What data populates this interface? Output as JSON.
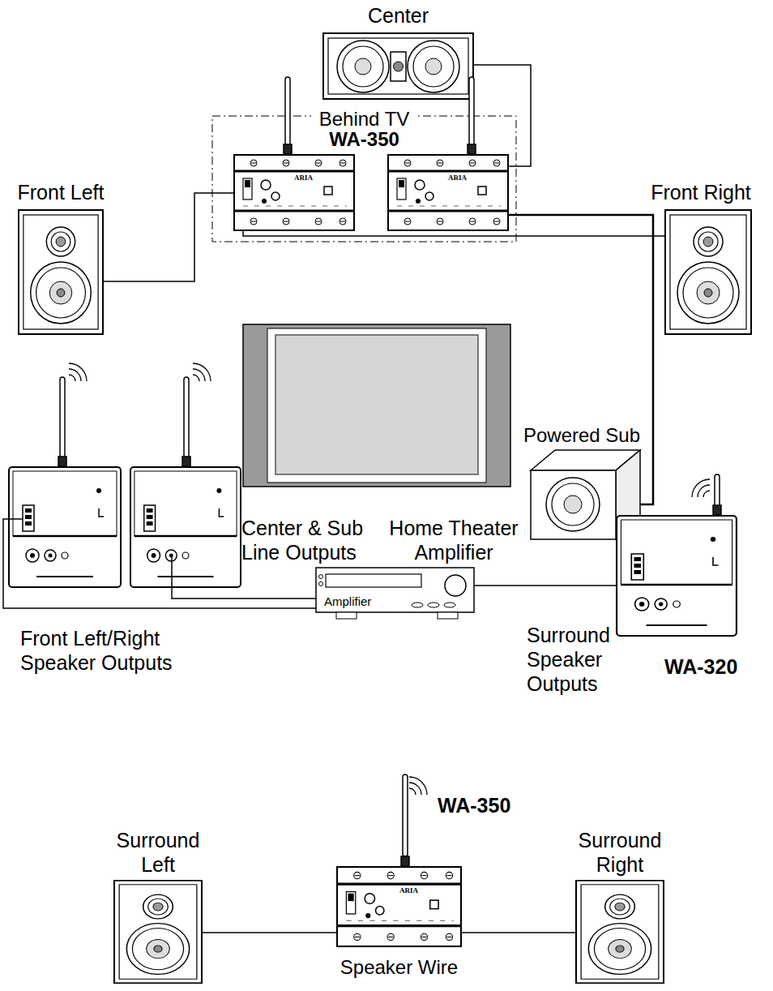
{
  "diagram": {
    "nodes": [
      {
        "text": [
          "Center"
        ]
      },
      {
        "text": [
          "Behind TV",
          "WA-350"
        ]
      },
      {
        "text": [
          "ARIA"
        ],
        "in": 1
      },
      {
        "text": [
          "ARIA"
        ],
        "in": 1
      },
      {
        "text": [
          "Front Left"
        ]
      },
      {
        "text": [
          "Front Right"
        ]
      },
      {
        "text": [
          "Powered Sub"
        ]
      },
      {
        "text": [
          "Home Theater Amplifier",
          "Amplifier"
        ]
      },
      {
        "text": [
          "WA-320"
        ]
      },
      {
        "text": [
          "WA-350",
          "ARIA"
        ]
      },
      {
        "text": [
          "Surround Left"
        ]
      },
      {
        "text": [
          "Surround Right"
        ]
      }
    ],
    "edges": [
      {
        "from": 2,
        "to": 4,
        "arrow": "none"
      },
      {
        "from": 2,
        "to": 5,
        "arrow": "none"
      },
      {
        "from": 3,
        "to": 0,
        "arrow": "none"
      },
      {
        "from": 3,
        "to": 6,
        "arrow": "none"
      },
      {
        "from": 7,
        "to": 8,
        "arrow": "none"
      },
      {
        "from": 9,
        "to": 10,
        "arrow": "none"
      },
      {
        "from": 9,
        "to": 11,
        "arrow": "none"
      }
    ],
    "labels": [
      "Center & Sub Line Outputs",
      "Front Left/Right Speaker Outputs",
      "Surround Speaker Outputs",
      "Speaker Wire"
    ]
  }
}
